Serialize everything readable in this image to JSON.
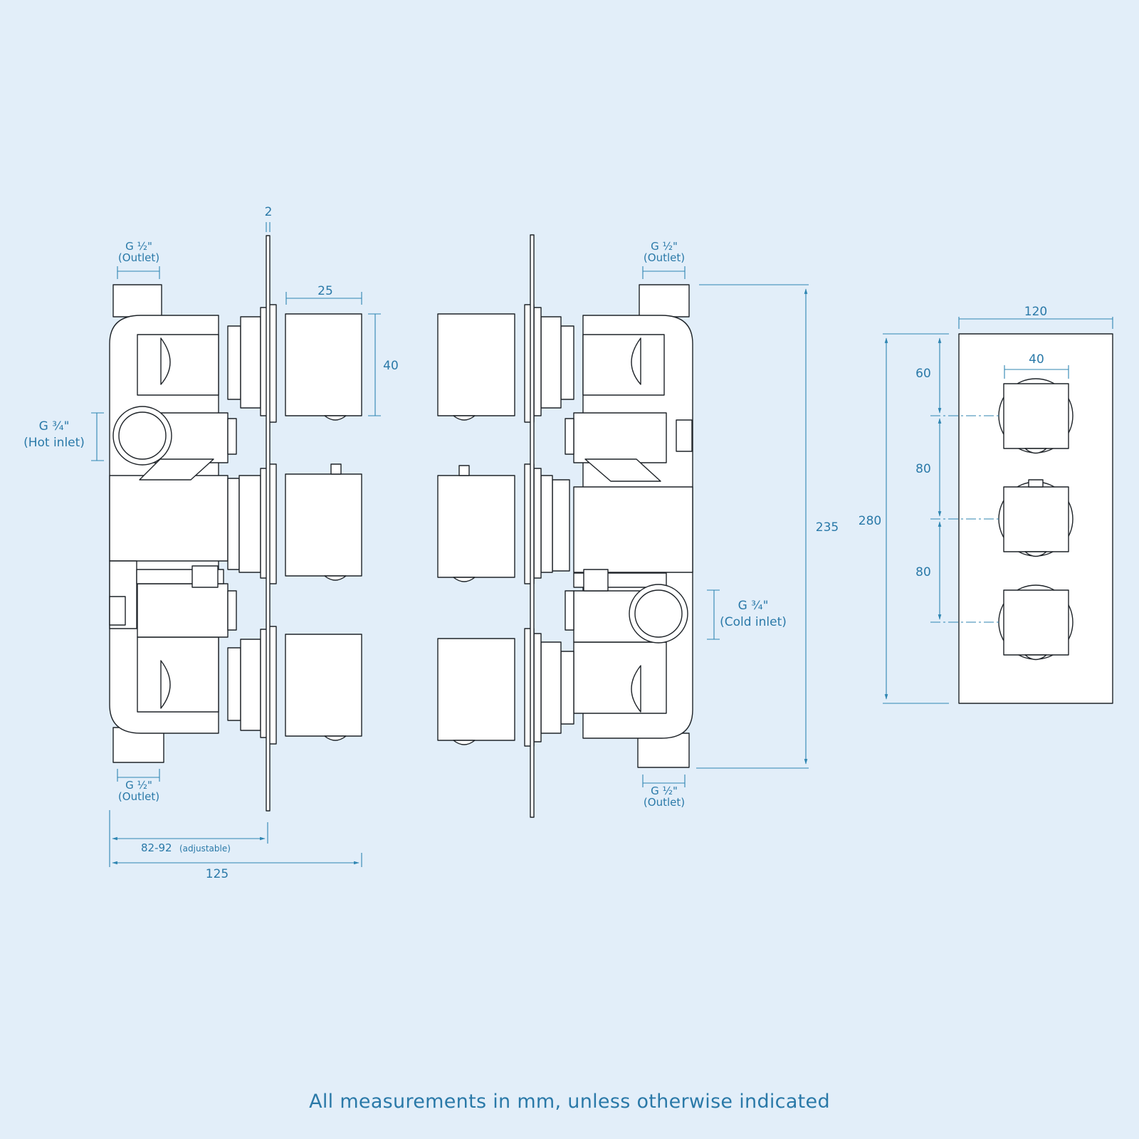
{
  "diagram": {
    "left_view": {
      "outlet_top": {
        "size": "G ½\"",
        "name": "(Outlet)"
      },
      "outlet_bottom": {
        "size": "G ½\"",
        "name": "(Outlet)"
      },
      "hot_inlet": {
        "size": "G ¾\"",
        "name": "(Hot inlet)"
      },
      "plate_thickness": "2",
      "handle_width": "25",
      "handle_height": "40",
      "depth_adjust": {
        "value": "82-92",
        "note": "(adjustable)"
      },
      "total_depth": "125"
    },
    "right_view": {
      "outlet_top": {
        "size": "G ½\"",
        "name": "(Outlet)"
      },
      "outlet_bottom": {
        "size": "G ½\"",
        "name": "(Outlet)"
      },
      "cold_inlet": {
        "size": "G ¾\"",
        "name": "(Cold inlet)"
      },
      "body_height": "235"
    },
    "front_view": {
      "plate_width": "120",
      "handle_width": "40",
      "plate_height": "280",
      "top_offset": "60",
      "spacing_1": "80",
      "spacing_2": "80"
    }
  },
  "footer": {
    "note": "All measurements in mm, unless otherwise indicated"
  }
}
